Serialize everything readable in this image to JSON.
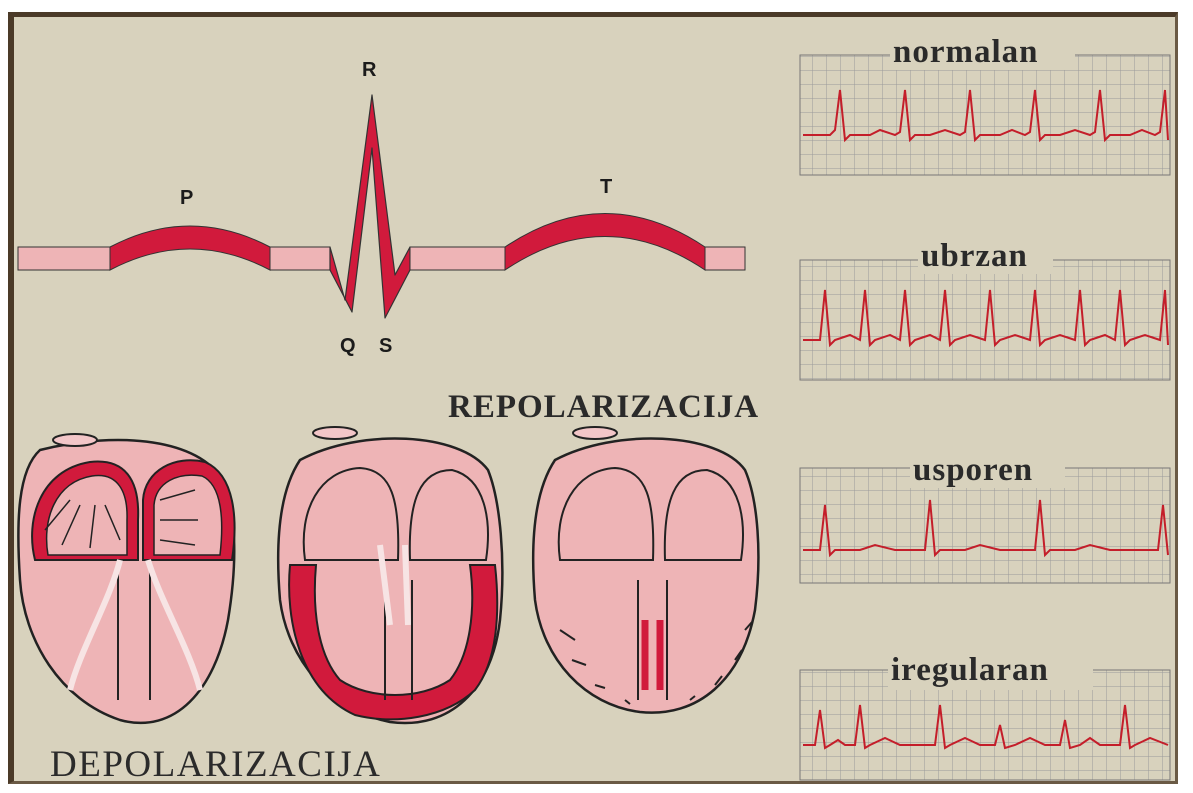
{
  "waveform": {
    "labels": {
      "p": "P",
      "r": "R",
      "q": "Q",
      "s": "S",
      "t": "T"
    }
  },
  "phases": {
    "repolarization": "REPOLARIZACIJA",
    "depolarization": "DEPOLARIZACIJA"
  },
  "rhythms": [
    {
      "name": "normalan"
    },
    {
      "name": "ubrzan"
    },
    {
      "name": "usporen"
    },
    {
      "name": "iregularan"
    }
  ],
  "colors": {
    "background": "#d8d2bd",
    "tissue": "#eeb4b6",
    "active": "#d11a3c",
    "trace": "#c41e2a",
    "grid": "#999999",
    "outline": "#222222"
  }
}
